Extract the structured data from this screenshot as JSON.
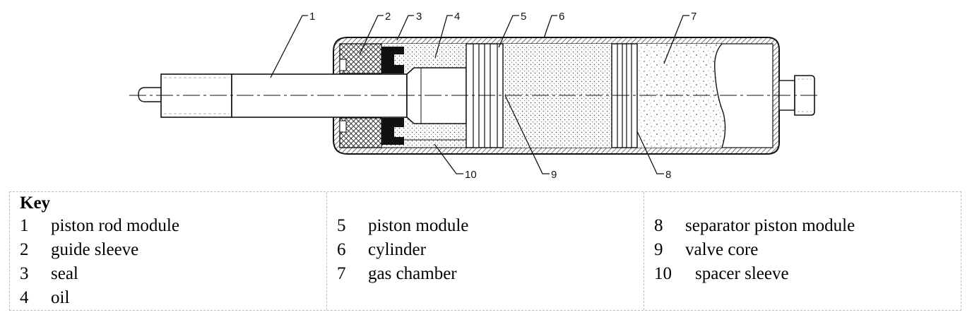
{
  "diagram": {
    "callouts": [
      "1",
      "2",
      "3",
      "4",
      "5",
      "6",
      "7",
      "8",
      "9",
      "10"
    ]
  },
  "key": {
    "title": "Key",
    "columns": [
      [
        {
          "num": "1",
          "label": "piston rod module"
        },
        {
          "num": "2",
          "label": "guide sleeve"
        },
        {
          "num": "3",
          "label": "seal"
        },
        {
          "num": "4",
          "label": "oil"
        }
      ],
      [
        {
          "num": "5",
          "label": "piston module"
        },
        {
          "num": "6",
          "label": "cylinder"
        },
        {
          "num": "7",
          "label": "gas chamber"
        }
      ],
      [
        {
          "num": "8",
          "label": "separator piston module"
        },
        {
          "num": "9",
          "label": "valve core"
        },
        {
          "num": "10",
          "label": "spacer sleeve"
        }
      ]
    ]
  }
}
